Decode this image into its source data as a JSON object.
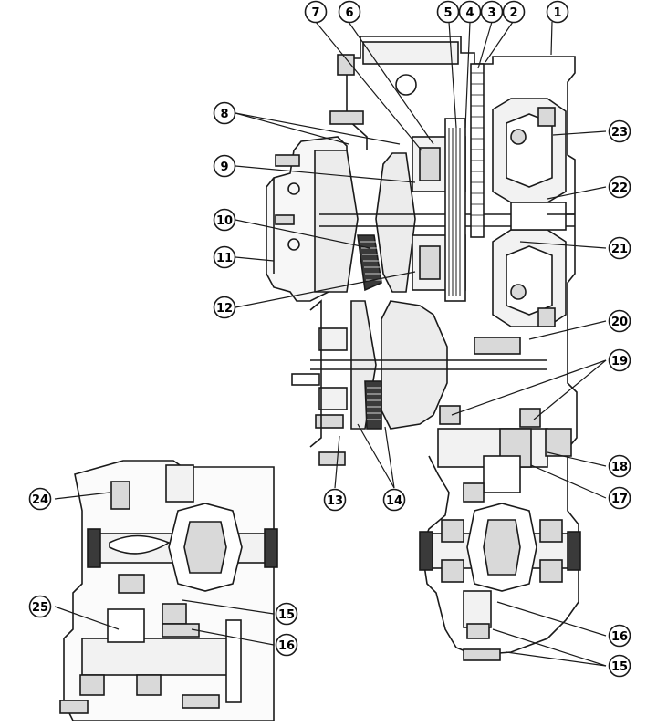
{
  "callouts": [
    {
      "id": "1",
      "label": "1"
    },
    {
      "id": "2",
      "label": "2"
    },
    {
      "id": "3",
      "label": "3"
    },
    {
      "id": "4",
      "label": "4"
    },
    {
      "id": "5",
      "label": "5"
    },
    {
      "id": "6",
      "label": "6"
    },
    {
      "id": "7",
      "label": "7"
    },
    {
      "id": "8",
      "label": "8"
    },
    {
      "id": "9",
      "label": "9"
    },
    {
      "id": "10",
      "label": "10"
    },
    {
      "id": "11",
      "label": "11"
    },
    {
      "id": "12",
      "label": "12"
    },
    {
      "id": "13",
      "label": "13"
    },
    {
      "id": "14",
      "label": "14"
    },
    {
      "id": "15a",
      "label": "15"
    },
    {
      "id": "15b",
      "label": "15"
    },
    {
      "id": "16a",
      "label": "16"
    },
    {
      "id": "16b",
      "label": "16"
    },
    {
      "id": "17",
      "label": "17"
    },
    {
      "id": "18",
      "label": "18"
    },
    {
      "id": "19",
      "label": "19"
    },
    {
      "id": "20",
      "label": "20"
    },
    {
      "id": "21",
      "label": "21"
    },
    {
      "id": "22",
      "label": "22"
    },
    {
      "id": "23",
      "label": "23"
    },
    {
      "id": "24",
      "label": "24"
    },
    {
      "id": "25",
      "label": "25"
    }
  ],
  "colors": {
    "line": "#1a1a1a",
    "fill_light": "#f2f2f2",
    "fill_mid": "#d9d9d9",
    "fill_dark": "#3a3a3a",
    "background": "#ffffff"
  }
}
